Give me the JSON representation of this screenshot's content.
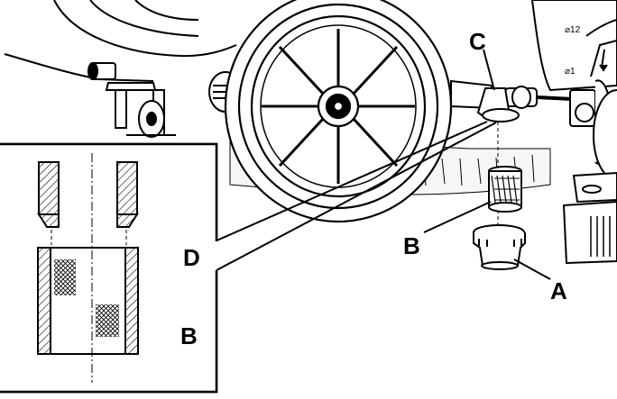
{
  "labels": {
    "a": "A",
    "b_main": "B",
    "b_detail": "B",
    "c": "C",
    "d": "D"
  },
  "markings": {
    "top": "⌀12",
    "bottom": "⌀1"
  }
}
